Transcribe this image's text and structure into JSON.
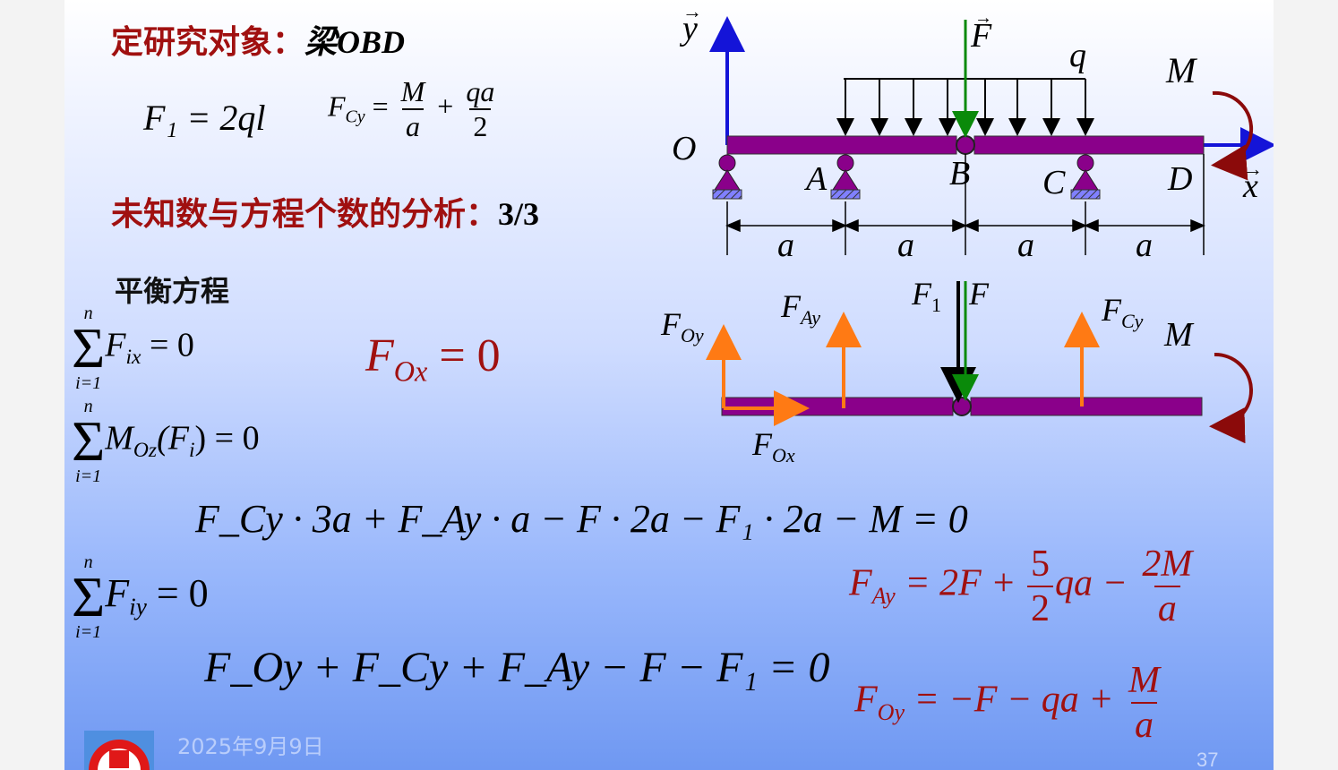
{
  "heading1": {
    "label": "定研究对象：",
    "latin": "梁OBD"
  },
  "eq_f1": "F₁ = 2ql",
  "eq_fcy": {
    "lhs": "F",
    "sub": "Cy",
    "num1": "M",
    "den1": "a",
    "num2": "qa",
    "den2": "2"
  },
  "heading2": {
    "label": "未知数与方程个数的分析：",
    "count": "3/3"
  },
  "balance_title": "平衡方程",
  "sum_fx": {
    "top": "n",
    "bottom": "i=1",
    "expr": "F",
    "sub": "ix",
    "rhs": "= 0"
  },
  "fox_result": {
    "F": "F",
    "sub": "Ox",
    "rhs": "= 0"
  },
  "sum_mo": {
    "top": "n",
    "bottom": "i=1",
    "expr": "M",
    "sub": "Oz",
    "arg": "(F",
    "argsub": "i",
    "rhs": ") = 0"
  },
  "moment_eq": "F_Cy · 3a + F_Ay · a − F · 2a − F₁ · 2a − M = 0",
  "sum_fy": {
    "top": "n",
    "bottom": "i=1",
    "expr": "F",
    "sub": "iy",
    "rhs": "= 0"
  },
  "force_eq": "F_Oy + F_Cy + F_Ay − F − F₁ = 0",
  "result_fay": {
    "lhs": "F",
    "sub": "Ay",
    "mid": "= 2F +",
    "fnum": "5",
    "fden": "2",
    "tail": "qa −",
    "num": "2M",
    "den": "a"
  },
  "result_foy": {
    "lhs": "F",
    "sub": "Oy",
    "mid": "= −F − qa +",
    "num": "M",
    "den": "a"
  },
  "diagram_top": {
    "axis_y": "y",
    "axis_x": "x",
    "origin": "O",
    "points": [
      "A",
      "B",
      "C",
      "D"
    ],
    "force": "F",
    "load": "q",
    "moment": "M",
    "spans": [
      "a",
      "a",
      "a",
      "a"
    ]
  },
  "diagram_bottom": {
    "labels": [
      "F",
      "Oy",
      "F",
      "Ay",
      "F",
      "1",
      "F",
      "F",
      "Cy",
      "M",
      "F",
      "Ox"
    ]
  },
  "footer": {
    "date": "2025年9月9日",
    "page": "37"
  },
  "colors": {
    "red": "#a01010",
    "beam": "#8a008a",
    "orange": "#ff7a14",
    "blue": "#1414d8",
    "green": "#0a8a0a"
  }
}
